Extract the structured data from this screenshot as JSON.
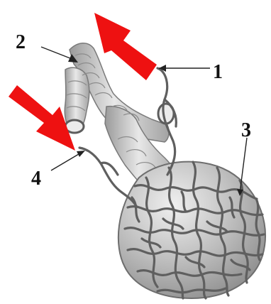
{
  "labels": {
    "one": "1",
    "two": "2",
    "three": "3",
    "four": "4"
  },
  "colors": {
    "arrow": "#ee1111",
    "vessel": "#5f5f5f",
    "tissue_light": "#e6e6e6",
    "tissue_dark": "#8a8a8a",
    "leader": "#222222"
  },
  "icons": {
    "outflow_arrow": "red-arrow-up-left",
    "inflow_arrow": "red-arrow-down-right"
  }
}
